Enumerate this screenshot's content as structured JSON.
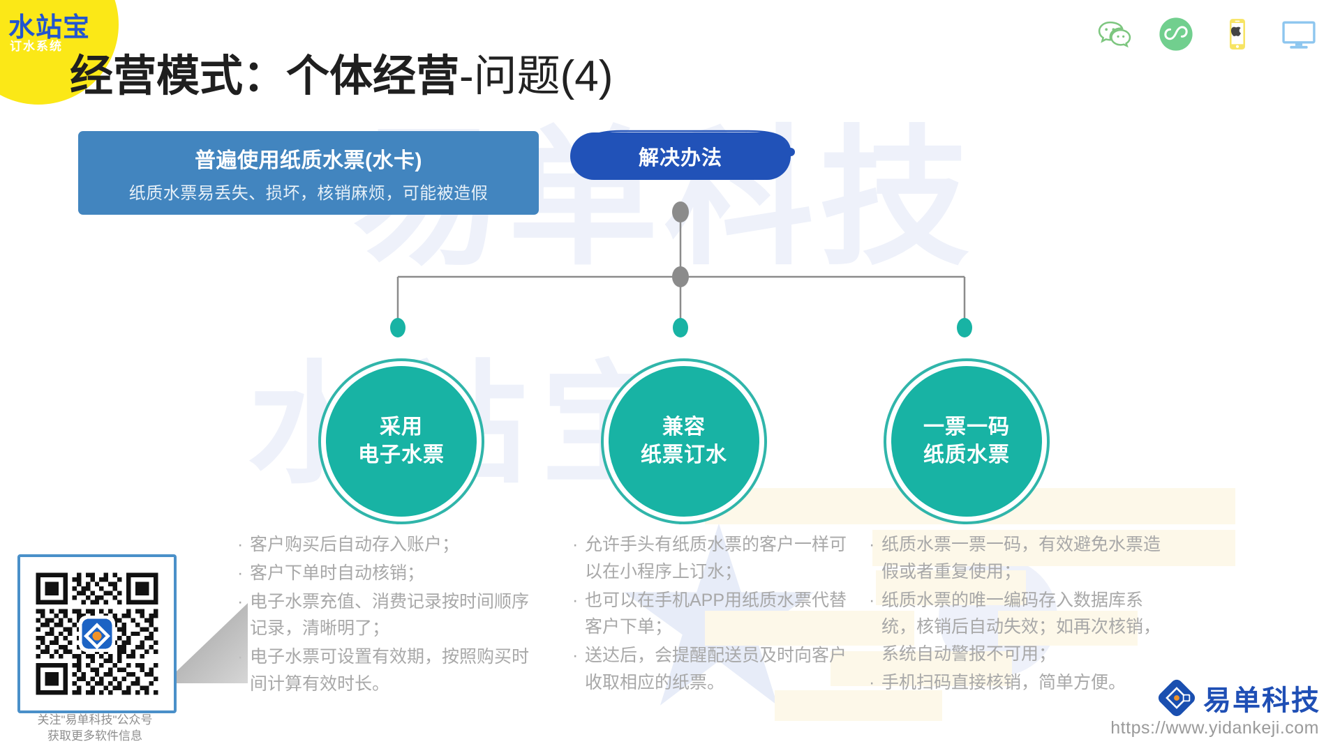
{
  "brand": {
    "logo_main": "水站宝",
    "logo_sub": "订水系统",
    "footer_name": "易单科技",
    "website": "https://www.yidankeji.com"
  },
  "header": {
    "title_bold": "经营模式：个体经营",
    "title_thin": "-问题(4)",
    "platform_icons": [
      {
        "name": "wechat-icon",
        "label": "微信"
      },
      {
        "name": "miniprogram-icon",
        "label": "小程序"
      },
      {
        "name": "mobile-phone-icon",
        "label": "手机APP"
      },
      {
        "name": "desktop-monitor-icon",
        "label": "电脑端"
      }
    ]
  },
  "problem": {
    "title": "普遍使用纸质水票(水卡)",
    "description": "纸质水票易丢失、损坏，核销麻烦，可能被造假",
    "color": "#4285bf"
  },
  "solution": {
    "label": "解决办法",
    "color": "#2152b8"
  },
  "nodes": [
    {
      "line1": "采用",
      "line2": "电子水票",
      "bullets": [
        "客户购买后自动存入账户；",
        "客户下单时自动核销；",
        "电子水票充值、消费记录按时间顺序记录，清晰明了；",
        "电子水票可设置有效期，按照购买时间计算有效时长。"
      ]
    },
    {
      "line1": "兼容",
      "line2": "纸票订水",
      "bullets": [
        "允许手头有纸质水票的客户一样可以在小程序上订水；",
        "也可以在手机APP用纸质水票代替客户下单；",
        "送达后，会提醒配送员及时向客户收取相应的纸票。"
      ]
    },
    {
      "line1": "一票一码",
      "line2": "纸质水票",
      "bullets": [
        "纸质水票一票一码，有效避免水票造假或者重复使用；",
        "纸质水票的唯一编码存入数据库系统，核销后自动失效；如再次核销，系统自动警报不可用；",
        "手机扫码直接核销，简单方便。"
      ]
    }
  ],
  "qr": {
    "caption_line1": "关注\"易单科技\"公众号",
    "caption_line2": "获取更多软件信息"
  },
  "colors": {
    "accent_teal": "#18b3a4",
    "accent_blue": "#4285bf",
    "deep_blue": "#2152b8",
    "logo_yellow": "#fbe817",
    "bullet_text": "#a8a8a8"
  },
  "watermark": {
    "text_top": "易单科技",
    "text_bottom": "水站宝"
  },
  "bullet_marker": "·"
}
